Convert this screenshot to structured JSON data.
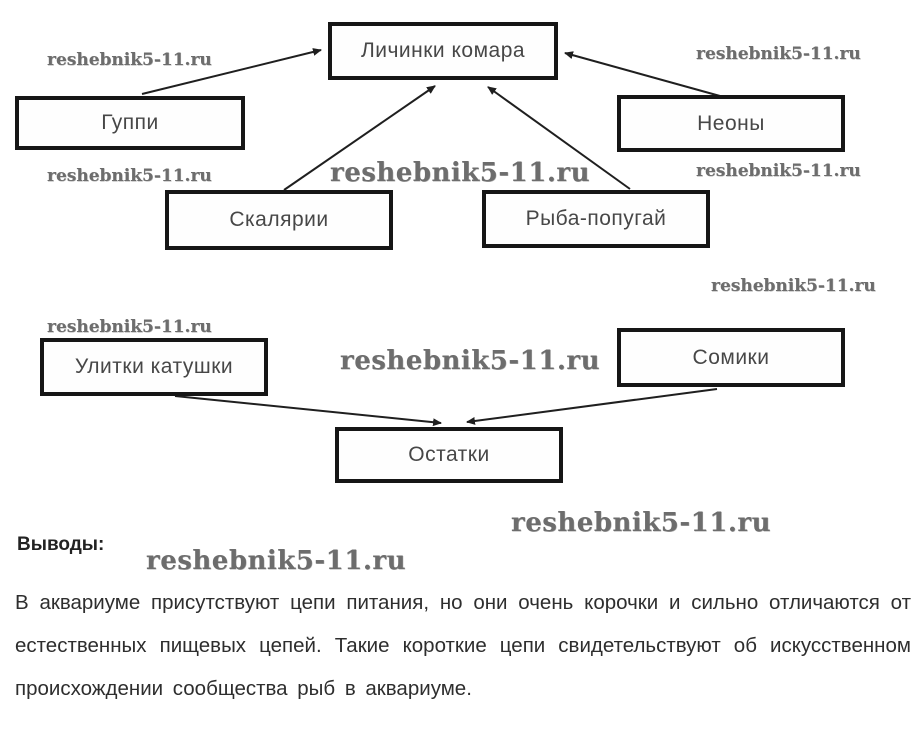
{
  "watermark": {
    "text": "reshebnik5-11.ru"
  },
  "diagram": {
    "nodes": [
      {
        "id": "lichinki-komara",
        "label": "Личинки комара"
      },
      {
        "id": "guppi",
        "label": "Гуппи"
      },
      {
        "id": "neony",
        "label": "Неоны"
      },
      {
        "id": "skalyarii",
        "label": "Скалярии"
      },
      {
        "id": "ryba-popugay",
        "label": "Рыба-попугай"
      },
      {
        "id": "ulitki-katushki",
        "label": "Улитки катушки"
      },
      {
        "id": "somiki",
        "label": "Сомики"
      },
      {
        "id": "ostatki",
        "label": "Остатки"
      }
    ],
    "edges": [
      {
        "from": "Гуппи",
        "to": "Личинки комара"
      },
      {
        "from": "Скалярии",
        "to": "Личинки комара"
      },
      {
        "from": "Рыба-попугай",
        "to": "Личинки комара"
      },
      {
        "from": "Неоны",
        "to": "Личинки комара"
      },
      {
        "from": "Улитки катушки",
        "to": "Остатки"
      },
      {
        "from": "Сомики",
        "to": "Остатки"
      }
    ]
  },
  "conclusions": {
    "heading": "Выводы:",
    "paragraph": "В аквариуме присутствуют цепи питания, но они очень корочки и сильно отличаются от естественных пищевых цепей. Такие короткие цепи свидетельствуют об искусственном происхождении сообщества рыб в аквариуме."
  },
  "colors": {
    "box_border": "#161616",
    "arrow": "#1f1f1f",
    "watermark": "#6d6d6d",
    "body_text": "#2e2e2e"
  }
}
